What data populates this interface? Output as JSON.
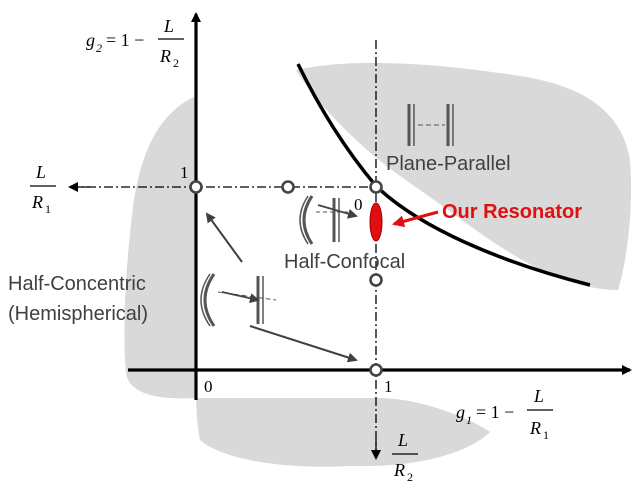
{
  "axes": {
    "g2_label": {
      "lhs": "g",
      "sub": "2",
      "eq": "= 1 −",
      "num": "L",
      "den": "R",
      "den_sub": "2"
    },
    "g1_label": {
      "lhs": "g",
      "sub": "1",
      "eq": "= 1 −",
      "num": "L",
      "den": "R",
      "den_sub": "1"
    },
    "left_label": {
      "num": "L",
      "den": "R",
      "den_sub": "1"
    },
    "bottom_label": {
      "num": "L",
      "den": "R",
      "den_sub": "2"
    },
    "tick_origin_x": "0",
    "tick_origin_y": "0",
    "tick_one_x": "1",
    "tick_one_y": "1",
    "tick_zero_dashed": "0"
  },
  "labels": {
    "plane_parallel": "Plane-Parallel",
    "half_confocal": "Half-Confocal",
    "half_concentric_1": "Half-Concentric",
    "half_concentric_2": "(Hemispherical)",
    "our_resonator": "Our Resonator"
  },
  "colors": {
    "stable_region": "#d9d9d9",
    "axis": "#000000",
    "arrow": "#404040",
    "highlight": "#e01010"
  }
}
